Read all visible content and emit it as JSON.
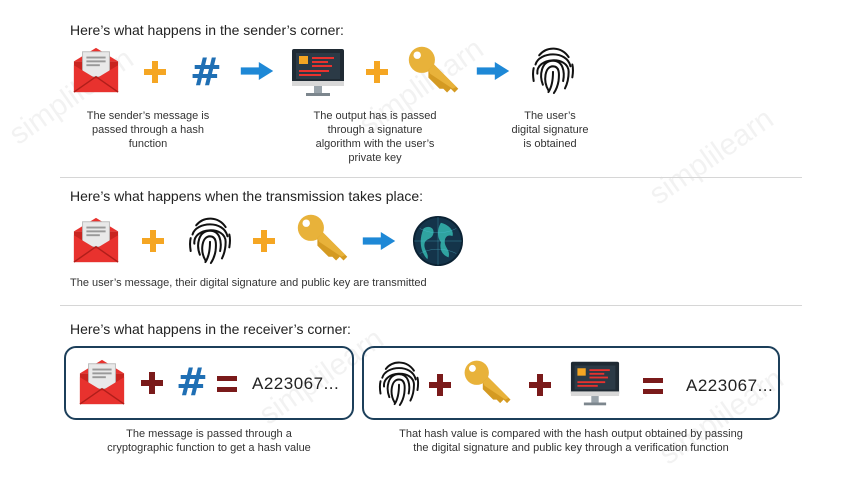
{
  "watermark": "simplilearn",
  "sender": {
    "heading": "Here’s what happens in the sender’s corner:",
    "caption1": [
      "The sender’s message is",
      "passed through a hash",
      "function"
    ],
    "caption2": [
      "The output has is passed",
      "through a signature",
      "algorithm with the user’s",
      "private key"
    ],
    "caption3": [
      "The user’s",
      "digital signature",
      "is obtained"
    ]
  },
  "transmission": {
    "heading": "Here’s what happens when the transmission takes place:",
    "caption": "The user’s message, their digital signature and public key are transmitted"
  },
  "receiver": {
    "heading": "Here’s what happens in the receiver’s corner:",
    "hash_value_1": "A223067...",
    "hash_value_2": "A223067...",
    "caption1": [
      "The message is passed through a",
      "cryptographic function to get a hash value"
    ],
    "caption2": [
      "That hash value is compared with the hash output obtained by passing",
      "the digital signature and public key through a verification function"
    ]
  },
  "colors": {
    "accent_orange": "#f5a623",
    "arrow_blue": "#1e88d6",
    "envelope_red": "#e8322e",
    "key_gold": "#e8b23a",
    "operator_dark_red": "#7a1a1a",
    "box_border": "#1c3f5a"
  },
  "icons": [
    "envelope-icon",
    "hash-icon",
    "monitor-icon",
    "key-icon",
    "fingerprint-icon",
    "globe-icon",
    "plus-icon",
    "arrow-right-icon",
    "equals-icon"
  ]
}
